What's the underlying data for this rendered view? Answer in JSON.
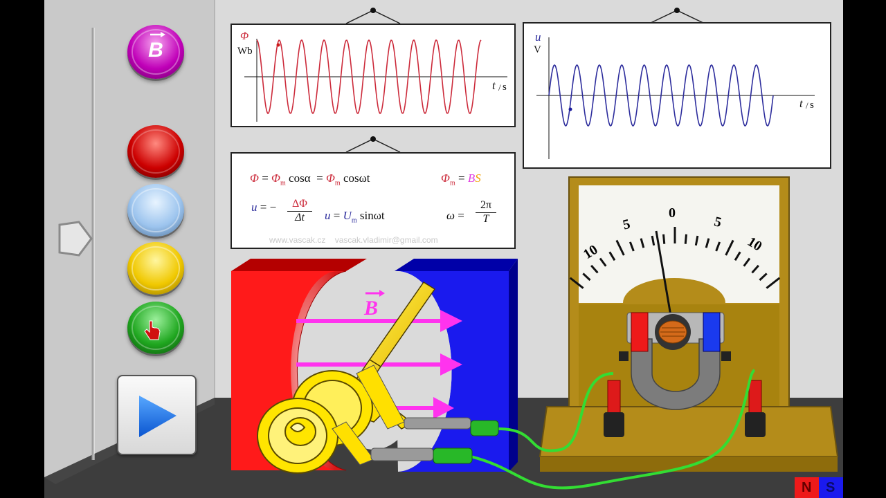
{
  "flux_graph": {
    "y_symbol": "Φ",
    "y_unit": "Wb",
    "x_symbol": "t",
    "x_unit": "s"
  },
  "voltage_graph": {
    "y_symbol": "u",
    "y_unit": "V",
    "x_symbol": "t",
    "x_unit": "s"
  },
  "formulas": {
    "flux_eq_lhs": "Φ",
    "flux_eq_amp": "Φ",
    "flux_eq_cos_alpha": "cosα",
    "flux_eq_cos_wt": "cosωt",
    "flux_amp_symbol": "Φ",
    "flux_amp_B": "B",
    "flux_amp_S": "S",
    "voltage_lhs": "u",
    "delta_phi": "ΔΦ",
    "delta_t": "Δt",
    "voltage_amp": "U",
    "sub_m": "m",
    "sin_wt": "sinωt",
    "omega": "ω",
    "two_pi": "2π",
    "period": "T",
    "credit": "www.vascak.cz    vascak.vladimir@gmail.com"
  },
  "field_label": "B",
  "meter": {
    "scale_labels": [
      "10",
      "5",
      "0",
      "5",
      "10"
    ]
  },
  "controls": {
    "b_button_label": "B",
    "buttons": [
      "magenta",
      "red",
      "light-blue",
      "yellow",
      "green"
    ]
  },
  "pole_legend": {
    "north": "N",
    "south": "S"
  },
  "colors": {
    "wall": "#d6d6d6",
    "floor": "#404040",
    "flux_curve": "#cc2a3a",
    "voltage_curve": "#2c2c9c",
    "magnet_north": "#ff1a1a",
    "magnet_south": "#1a1aee",
    "field_arrow": "#ff33ee",
    "wire": "#33dd33",
    "play_icon": "#1f7fff"
  }
}
